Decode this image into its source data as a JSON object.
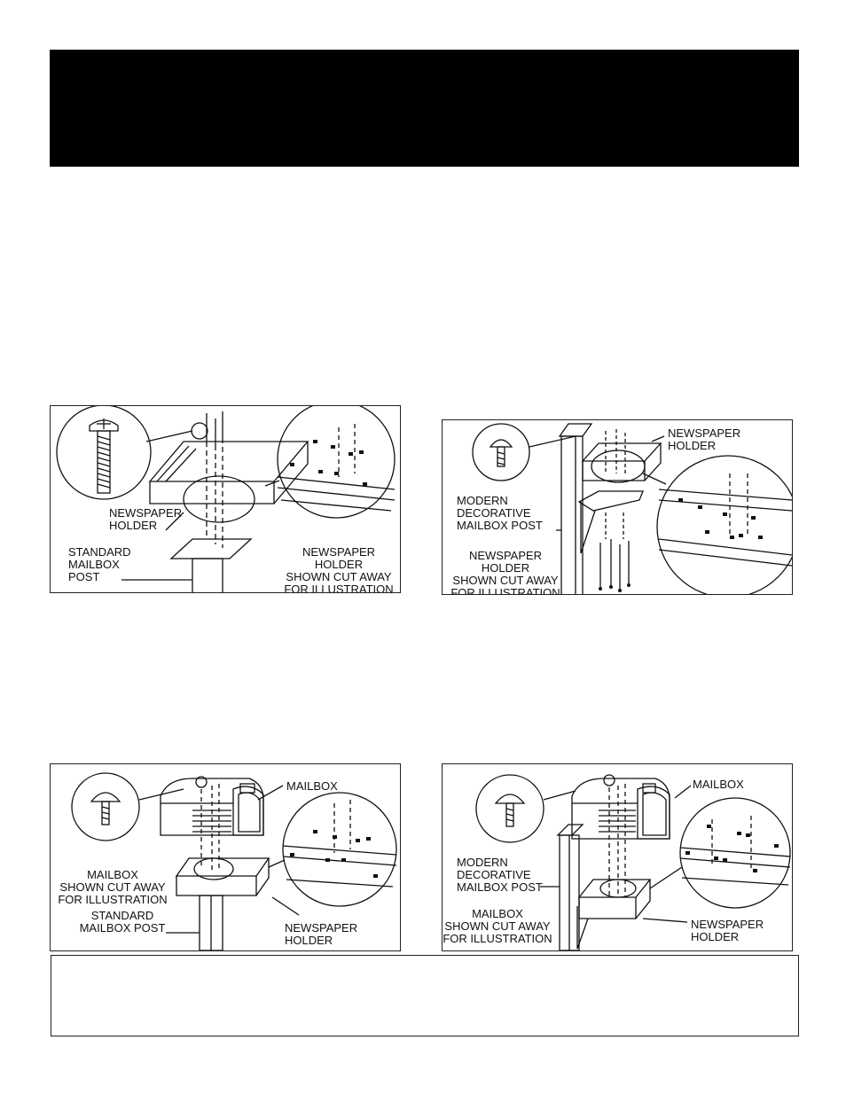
{
  "panels": {
    "p1": {
      "label_holder": "NEWSPAPER\nHOLDER",
      "label_post": "STANDARD\nMAILBOX\nPOST",
      "label_cutaway": "NEWSPAPER HOLDER\nSHOWN CUT AWAY\nFOR ILLUSTRATION"
    },
    "p2": {
      "label_holder": "NEWSPAPER\nHOLDER",
      "label_post": "MODERN\nDECORATIVE\nMAILBOX POST",
      "label_cutaway": "NEWSPAPER HOLDER\nSHOWN CUT AWAY\nFOR ILLUSTRATION"
    },
    "p3": {
      "label_mailbox": "MAILBOX",
      "label_cutaway": "MAILBOX\nSHOWN CUT AWAY\nFOR ILLUSTRATION",
      "label_post": "STANDARD\nMAILBOX POST",
      "label_holder": "NEWSPAPER\nHOLDER"
    },
    "p4": {
      "label_mailbox": "MAILBOX",
      "label_post": "MODERN\nDECORATIVE\nMAILBOX POST",
      "label_cutaway": "MAILBOX\nSHOWN CUT AWAY\nFOR ILLUSTRATION",
      "label_holder": "NEWSPAPER\nHOLDER"
    }
  }
}
